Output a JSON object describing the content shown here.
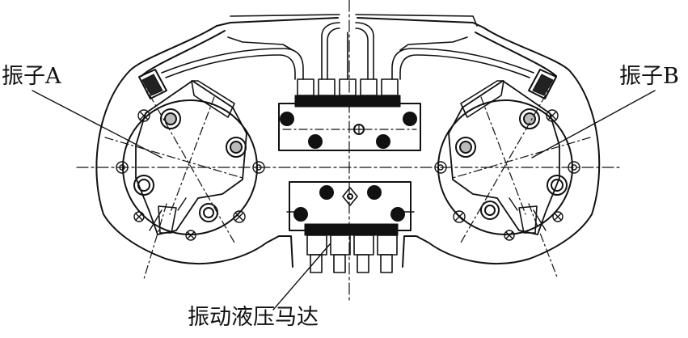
{
  "labels": {
    "vibrator_a": "振子A",
    "vibrator_b": "振子B",
    "hydraulic_motor": "振动液压马达"
  }
}
